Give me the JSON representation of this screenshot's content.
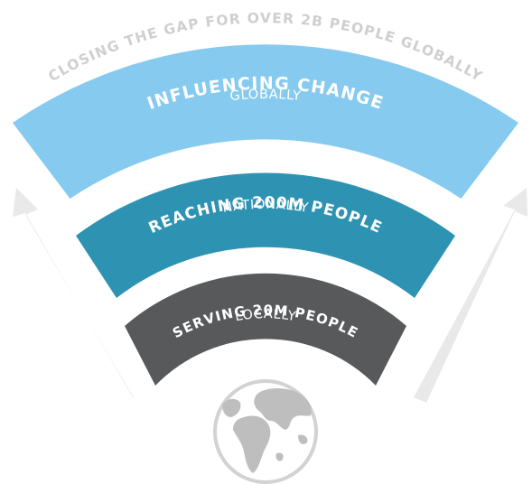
{
  "headline": "CLOSING THE GAP FOR OVER 2B PEOPLE GLOBALLY",
  "tiers": [
    {
      "title": "INFLUENCING CHANGE",
      "subtitle": "GLOBALLY",
      "color": "#86CBEF"
    },
    {
      "title": "REACHING 200M PEOPLE",
      "subtitle": "NATIONALLY",
      "color": "#2E93B2"
    },
    {
      "title": "SERVING 20M PEOPLE",
      "subtitle": "LOCALLY",
      "color": "#58595B"
    }
  ],
  "colors": {
    "headline_text": "#CFCFCF",
    "tier_text": "#FFFFFF",
    "arrows": "#E9E9E9",
    "globe_outline": "#D2D2D2",
    "globe_land": "#BEBEBE"
  },
  "icons": {
    "left_arrow": "up-arrow-icon",
    "right_arrow": "up-arrow-icon",
    "globe": "globe-icon"
  }
}
